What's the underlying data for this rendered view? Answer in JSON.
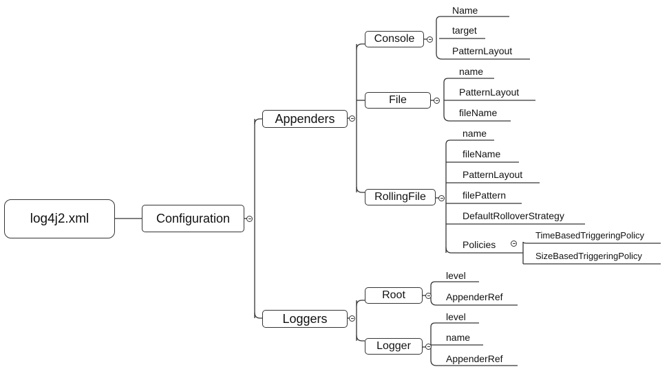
{
  "diagram": {
    "root": "log4j2.xml",
    "configuration": "Configuration",
    "appenders": {
      "label": "Appenders",
      "console": {
        "label": "Console",
        "children": [
          "Name",
          "target",
          "PatternLayout"
        ]
      },
      "file": {
        "label": "File",
        "children": [
          "name",
          "PatternLayout",
          "fileName"
        ]
      },
      "rolling_file": {
        "label": "RollingFile",
        "children": [
          "name",
          "fileName",
          "PatternLayout",
          "filePattern",
          "DefaultRolloverStrategy"
        ],
        "policies": {
          "label": "Policies",
          "children": [
            "TimeBasedTriggeringPolicy",
            "SizeBasedTriggeringPolicy"
          ]
        }
      }
    },
    "loggers": {
      "label": "Loggers",
      "root": {
        "label": "Root",
        "children": [
          "level",
          "AppenderRef"
        ]
      },
      "logger": {
        "label": "Logger",
        "children": [
          "level",
          "name",
          "AppenderRef"
        ]
      }
    }
  }
}
